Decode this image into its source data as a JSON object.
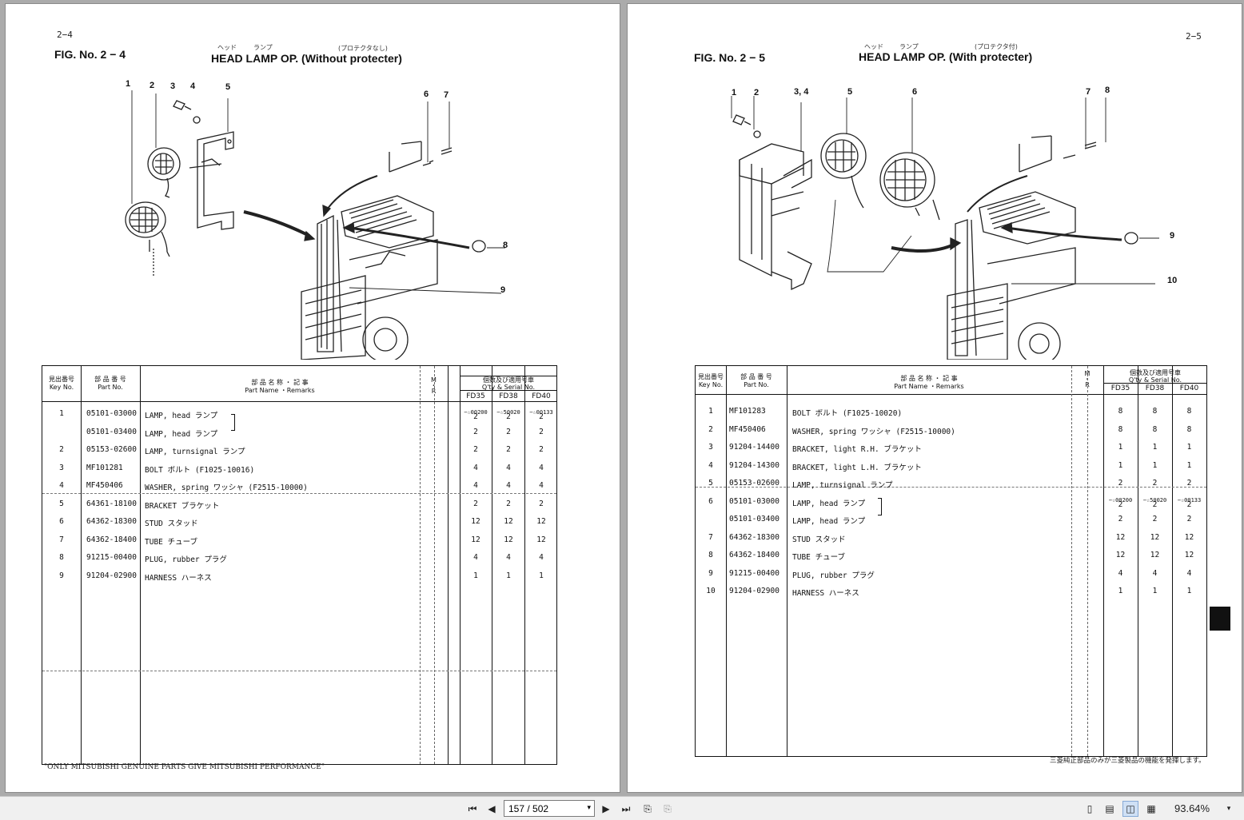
{
  "left_page": {
    "page_num": "2−4",
    "fig_no": "FIG. No. 2 − 4",
    "title": "HEAD LAMP OP. (Without protecter)",
    "ruby_head": "ヘッド",
    "ruby_lamp": "ランプ",
    "ruby_note": "(プロテクタなし)",
    "callouts": [
      "1",
      "2",
      "3",
      "4",
      "5",
      "6",
      "7",
      "8",
      "9"
    ],
    "table": {
      "hdr_key": [
        "見出番号",
        "Key No."
      ],
      "hdr_part": [
        "部 品 番 号",
        "Part No."
      ],
      "hdr_name": [
        "部 品 名 称 ・ 記 事",
        "Part Name ・Remarks"
      ],
      "hdr_mr": [
        "M",
        "・",
        "R"
      ],
      "hdr_qty": [
        "個数及び適用号車",
        "Q'ty & Serial No."
      ],
      "models": [
        "FD35",
        "FD38",
        "FD40"
      ],
      "serials": [
        "−☆00200",
        "−☆50020",
        "−☆00133"
      ],
      "rows": [
        {
          "key": "1",
          "part": "05101-03000",
          "name": "LAMP, head ランプ",
          "q": [
            "2",
            "2",
            "2"
          ]
        },
        {
          "key": "",
          "part": "05101-03400",
          "name": "LAMP, head ランプ",
          "q": [
            "2",
            "2",
            "2"
          ]
        },
        {
          "key": "2",
          "part": "05153-02600",
          "name": "LAMP, turnsignal ランプ",
          "q": [
            "2",
            "2",
            "2"
          ]
        },
        {
          "key": "3",
          "part": "MF101281",
          "name": "BOLT ボルト (F1025-10016)",
          "q": [
            "4",
            "4",
            "4"
          ]
        },
        {
          "key": "4",
          "part": "MF450406",
          "name": "WASHER, spring ワッシャ (F2515-10000)",
          "q": [
            "4",
            "4",
            "4"
          ]
        },
        {
          "key": "5",
          "part": "64361-18100",
          "name": "BRACKET ブラケット",
          "q": [
            "2",
            "2",
            "2"
          ]
        },
        {
          "key": "6",
          "part": "64362-18300",
          "name": "STUD スタッド",
          "q": [
            "12",
            "12",
            "12"
          ]
        },
        {
          "key": "7",
          "part": "64362-18400",
          "name": "TUBE チューブ",
          "q": [
            "12",
            "12",
            "12"
          ]
        },
        {
          "key": "8",
          "part": "91215-00400",
          "name": "PLUG, rubber プラグ",
          "q": [
            "4",
            "4",
            "4"
          ]
        },
        {
          "key": "9",
          "part": "91204-02900",
          "name": "HARNESS ハーネス",
          "q": [
            "1",
            "1",
            "1"
          ]
        }
      ]
    },
    "footer": "\"ONLY MITSUBISHI GENUINE PARTS GIVE MITSUBISHI PERFORMANCE\""
  },
  "right_page": {
    "page_num": "2−5",
    "fig_no": "FIG. No. 2 − 5",
    "title": "HEAD LAMP OP. (With protecter)",
    "ruby_head": "ヘッド",
    "ruby_lamp": "ランプ",
    "ruby_note": "(プロテクタ付)",
    "callouts": [
      "1",
      "2",
      "3, 4",
      "5",
      "6",
      "7",
      "8",
      "9",
      "10"
    ],
    "table": {
      "hdr_key": [
        "見出番号",
        "Key No."
      ],
      "hdr_part": [
        "部 品 番 号",
        "Part No."
      ],
      "hdr_name": [
        "部 品 名 称 ・ 記 事",
        "Part Name ・Remarks"
      ],
      "hdr_mr": [
        "M",
        "・",
        "R"
      ],
      "hdr_qty": [
        "個数及び適用号車",
        "Q'ty & Serial No."
      ],
      "models": [
        "FD35",
        "FD38",
        "FD40"
      ],
      "serials": [
        "−☆00200",
        "−☆50020",
        "−☆00133"
      ],
      "rows": [
        {
          "key": "1",
          "part": "MF101283",
          "name": "BOLT ボルト (F1025-10020)",
          "q": [
            "8",
            "8",
            "8"
          ]
        },
        {
          "key": "2",
          "part": "MF450406",
          "name": "WASHER, spring ワッシャ (F2515-10000)",
          "q": [
            "8",
            "8",
            "8"
          ]
        },
        {
          "key": "3",
          "part": "91204-14400",
          "name": "BRACKET, light R.H. ブラケット",
          "q": [
            "1",
            "1",
            "1"
          ]
        },
        {
          "key": "4",
          "part": "91204-14300",
          "name": "BRACKET, light L.H. ブラケット",
          "q": [
            "1",
            "1",
            "1"
          ]
        },
        {
          "key": "5",
          "part": "05153-02600",
          "name": "LAMP, turnsignal ランプ",
          "q": [
            "2",
            "2",
            "2"
          ]
        },
        {
          "key": "6",
          "part": "05101-03000",
          "name": "LAMP, head ランプ",
          "q": [
            "2",
            "2",
            "2"
          ]
        },
        {
          "key": "",
          "part": "05101-03400",
          "name": "LAMP, head ランプ",
          "q": [
            "2",
            "2",
            "2"
          ]
        },
        {
          "key": "7",
          "part": "64362-18300",
          "name": "STUD スタッド",
          "q": [
            "12",
            "12",
            "12"
          ]
        },
        {
          "key": "8",
          "part": "64362-18400",
          "name": "TUBE チューブ",
          "q": [
            "12",
            "12",
            "12"
          ]
        },
        {
          "key": "9",
          "part": "91215-00400",
          "name": "PLUG, rubber プラグ",
          "q": [
            "4",
            "4",
            "4"
          ]
        },
        {
          "key": "10",
          "part": "91204-02900",
          "name": "HARNESS ハーネス",
          "q": [
            "1",
            "1",
            "1"
          ]
        }
      ]
    },
    "footer": "三菱純正部品のみが三菱製品の機能を発揮します。"
  },
  "toolbar": {
    "page_value": "157 / 502",
    "zoom": "93.64%",
    "icons": [
      "first-page-icon",
      "prev-page-icon",
      "next-page-icon",
      "last-page-icon",
      "prev-view-icon",
      "next-view-icon",
      "single-page-icon",
      "continuous-icon",
      "two-page-icon",
      "two-page-continuous-icon",
      "zoom-dropdown-icon"
    ]
  }
}
